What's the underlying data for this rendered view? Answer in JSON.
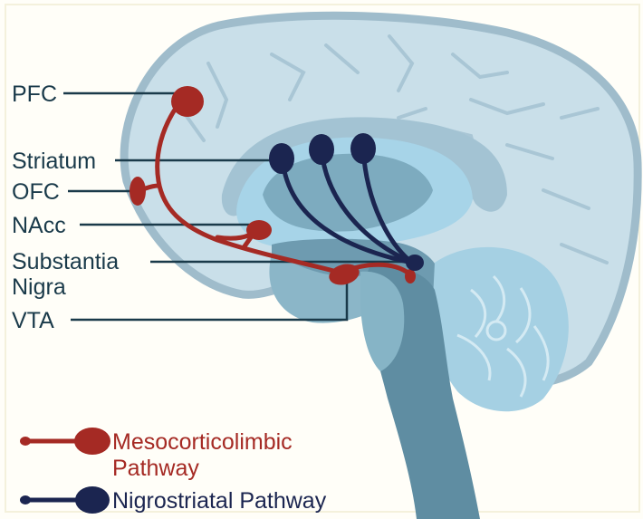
{
  "labels": {
    "pfc": "PFC",
    "striatum": "Striatum",
    "ofc": "OFC",
    "nacc": "NAcc",
    "substantia_line1": "Substantia",
    "substantia_line2": "Nigra",
    "vta": "VTA"
  },
  "legend": {
    "meso_line1": "Mesocorticolimbic",
    "meso_line2": "Pathway",
    "nigro": "Nigrostriatal Pathway"
  },
  "colors": {
    "mesocorticolimbic": "#a52a24",
    "nigrostriatal": "#1b2550",
    "label_text": "#1a3a4a",
    "brain_light": "#c9dfe9",
    "brain_outline": "#9fbccb",
    "brain_mid": "#86b4c6",
    "brain_dark": "#5f8da2",
    "striatum_fill": "#a7d4e8"
  }
}
